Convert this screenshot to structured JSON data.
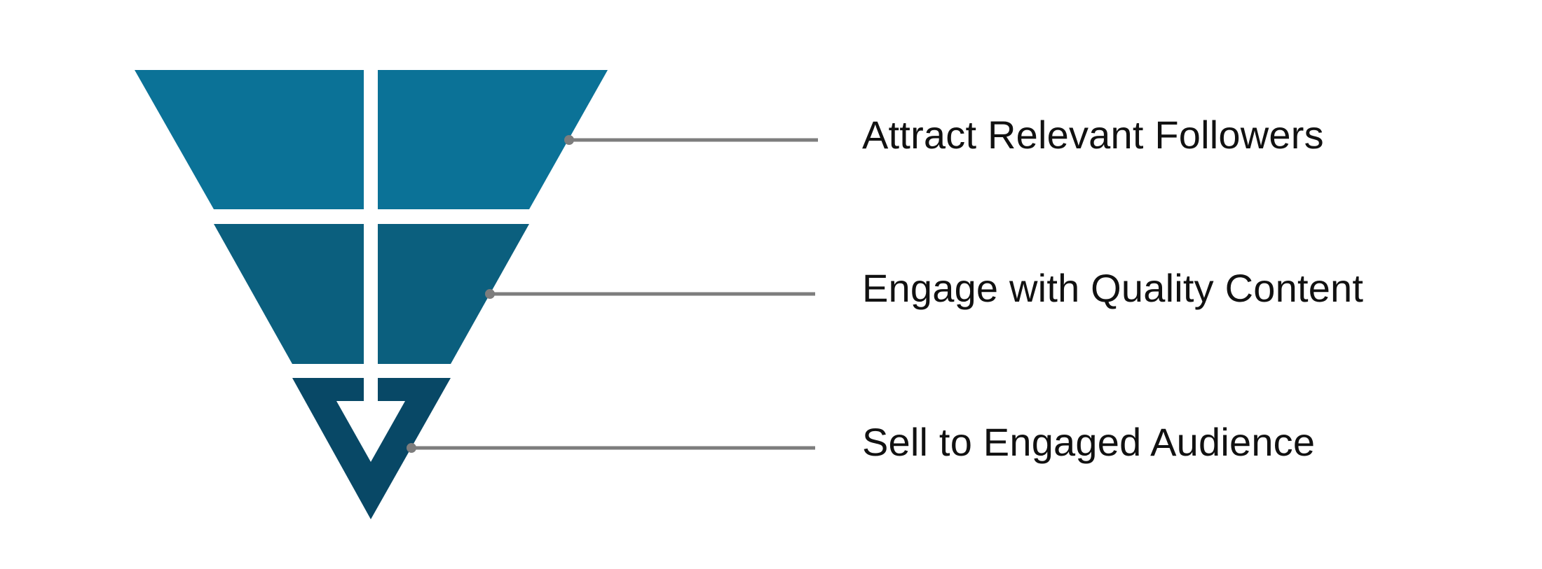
{
  "funnel": {
    "stages": [
      {
        "label": "Attract Relevant Followers",
        "color": "#0b7297"
      },
      {
        "label": "Engage with Quality Content",
        "color": "#0b5f7e"
      },
      {
        "label": "Sell to Engaged Audience",
        "color": "#084866"
      }
    ],
    "connector_color": "#7d7d7d",
    "text_color": "#111111",
    "background": "#ffffff"
  }
}
